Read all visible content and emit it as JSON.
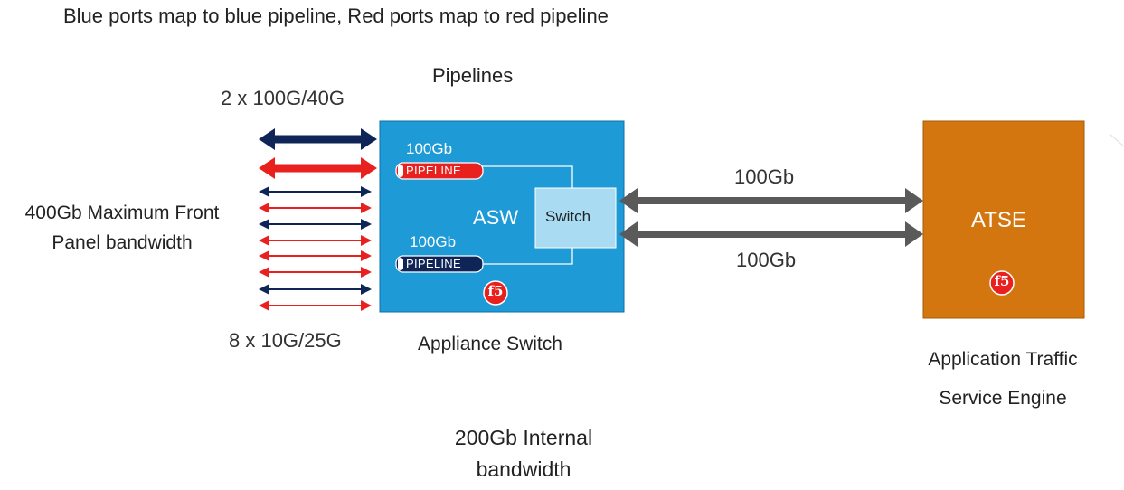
{
  "title": "Blue ports map to blue pipeline, Red ports map to red pipeline",
  "pipelines_heading": "Pipelines",
  "front_panel": {
    "top_ports_label": "2 x 100G/40G",
    "bandwidth_label_line1": "400Gb Maximum Front",
    "bandwidth_label_line2": "Panel bandwidth",
    "bottom_ports_label": "8 x 10G/25G"
  },
  "appliance_switch": {
    "asw_label": "ASW",
    "switch_label": "Switch",
    "pipeline_top_speed": "100Gb",
    "pipeline_top_label": "PIPELINE",
    "pipeline_bottom_speed": "100Gb",
    "pipeline_bottom_label": "PIPELINE",
    "logo_text": "f5",
    "caption": "Appliance Switch"
  },
  "links": {
    "top_speed": "100Gb",
    "bottom_speed": "100Gb"
  },
  "atse": {
    "label": "ATSE",
    "logo_text": "f5",
    "caption_line1": "Application Traffic",
    "caption_line2": "Service Engine"
  },
  "internal_bandwidth": {
    "line1": "200Gb Internal",
    "line2": "bandwidth"
  },
  "colors": {
    "navy": "#0f2457",
    "red": "#e8201e",
    "asw_blue": "#1e9ad6",
    "switch_fill": "#a9dcf2",
    "atse_orange": "#d4760f",
    "arrow_gray": "#5a5a5a"
  }
}
